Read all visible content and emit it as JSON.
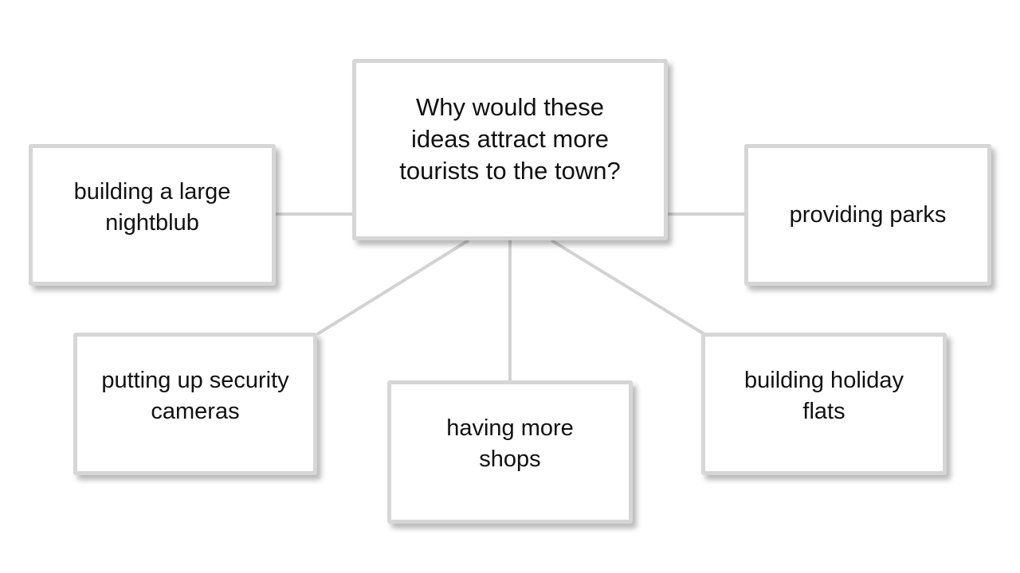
{
  "diagram": {
    "central": {
      "lines": [
        "Why would these",
        "ideas attract more",
        "tourists to the town?"
      ]
    },
    "ideas": {
      "nightclub": {
        "lines": [
          "building a large",
          "nightblub"
        ]
      },
      "parks": {
        "lines": [
          "providing parks"
        ]
      },
      "cameras": {
        "lines": [
          "putting up security",
          "cameras"
        ]
      },
      "shops": {
        "lines": [
          "having more",
          "shops"
        ]
      },
      "flats": {
        "lines": [
          "building holiday",
          "flats"
        ]
      }
    }
  },
  "colors": {
    "box_border": "#d6d6d6",
    "connector": "#d2d2d2",
    "text": "#111111",
    "background": "#ffffff"
  }
}
